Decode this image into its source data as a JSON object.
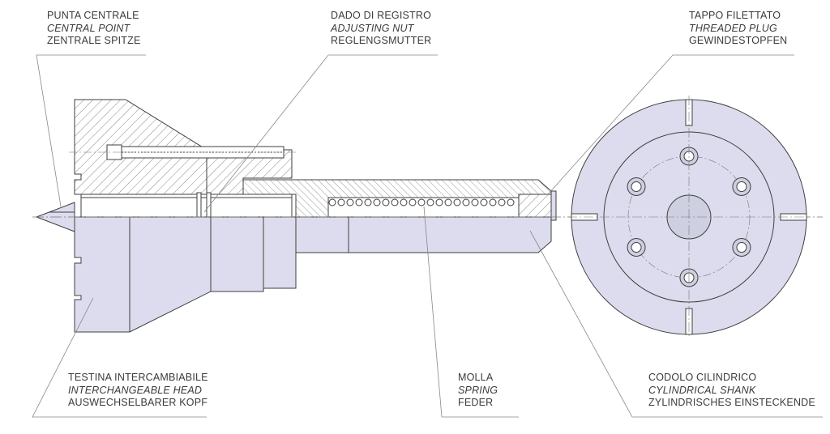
{
  "colors": {
    "line": "#3f3f3f",
    "fill": "#dcdcee",
    "fill_dark": "#cfcfe2",
    "hatch": "#6a6a6a",
    "leader": "#888888"
  },
  "labels": {
    "central_point": {
      "it": "PUNTA CENTRALE",
      "en": "CENTRAL POINT",
      "de": "ZENTRALE SPITZE"
    },
    "adjusting_nut": {
      "it": "DADO DI REGISTRO",
      "en": "ADJUSTING NUT",
      "de": "REGLENGSMUTTER"
    },
    "threaded_plug": {
      "it": "TAPPO FILETTATO",
      "en": "THREADED PLUG",
      "de": "GEWINDESTOPFEN"
    },
    "interchangeable_head": {
      "it": "TESTINA INTERCAMBIABILE",
      "en": "INTERCHANGEABLE HEAD",
      "de": "AUSWECHSELBARER KOPF"
    },
    "spring": {
      "it": "MOLLA",
      "en": "SPRING",
      "de": "FEDER"
    },
    "cylindrical_shank": {
      "it": "CODOLO CILINDRICO",
      "en": "CYLINDRICAL SHANK",
      "de": "ZYLINDRISCHES EINSTECKENDE"
    }
  }
}
